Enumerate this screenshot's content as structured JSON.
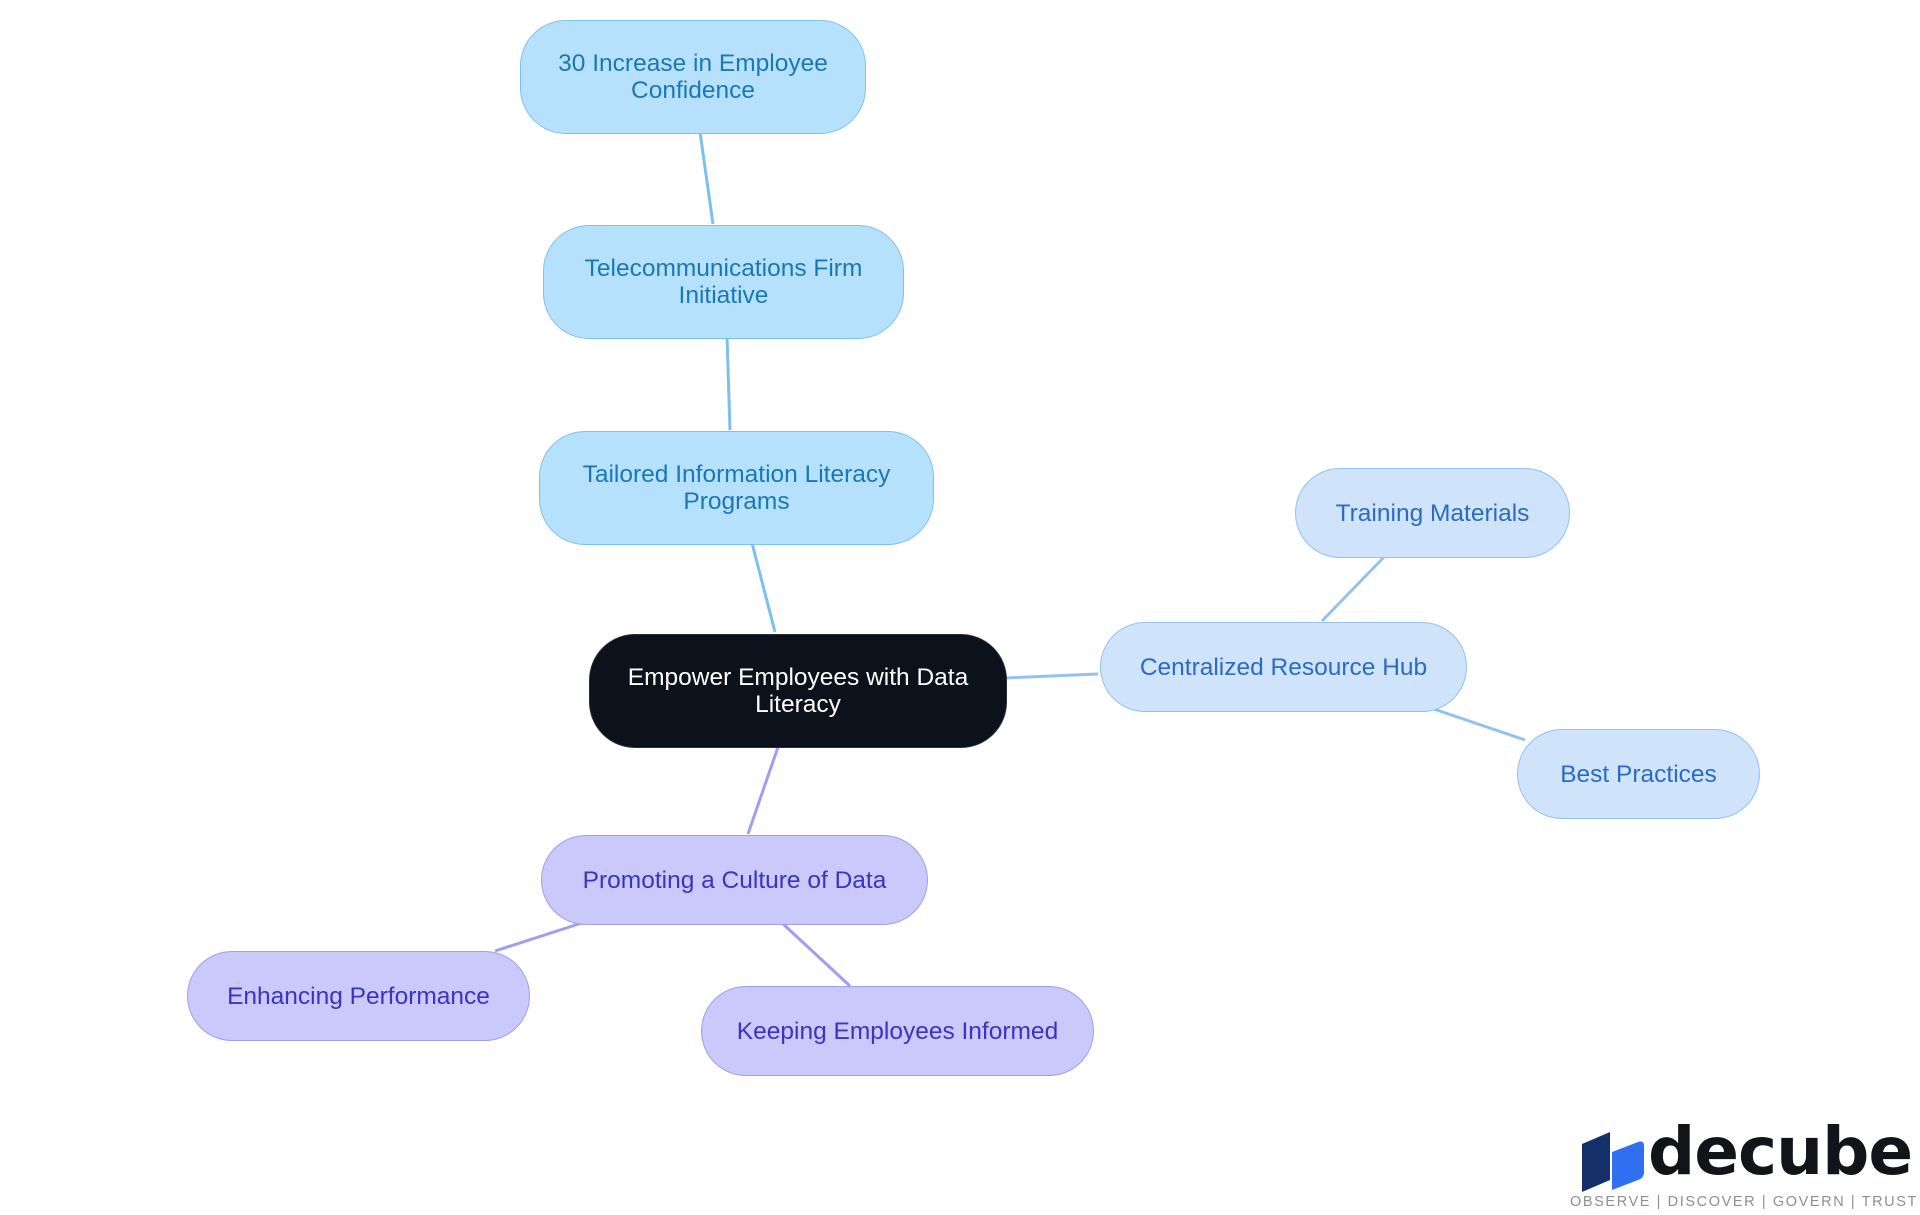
{
  "diagram": {
    "root": "Empower Employees with Data Literacy",
    "nodes": {
      "tailored": "Tailored Information Literacy Programs",
      "telecom": "Telecommunications Firm Initiative",
      "confidence": "30 Increase in Employee Confidence",
      "hub": "Centralized Resource Hub",
      "training": "Training Materials",
      "best": "Best Practices",
      "culture": "Promoting a Culture of Data",
      "performance": "Enhancing Performance",
      "informed": "Keeping Employees Informed"
    },
    "colors": {
      "blue_branch": "#b6e1fd",
      "light_blue_branch": "#cfe3fb",
      "purple_branch": "#c9c9fb",
      "root": "#0c121b"
    }
  },
  "logo": {
    "word": "decube",
    "tagline": "OBSERVE | DISCOVER | GOVERN | TRUST"
  }
}
